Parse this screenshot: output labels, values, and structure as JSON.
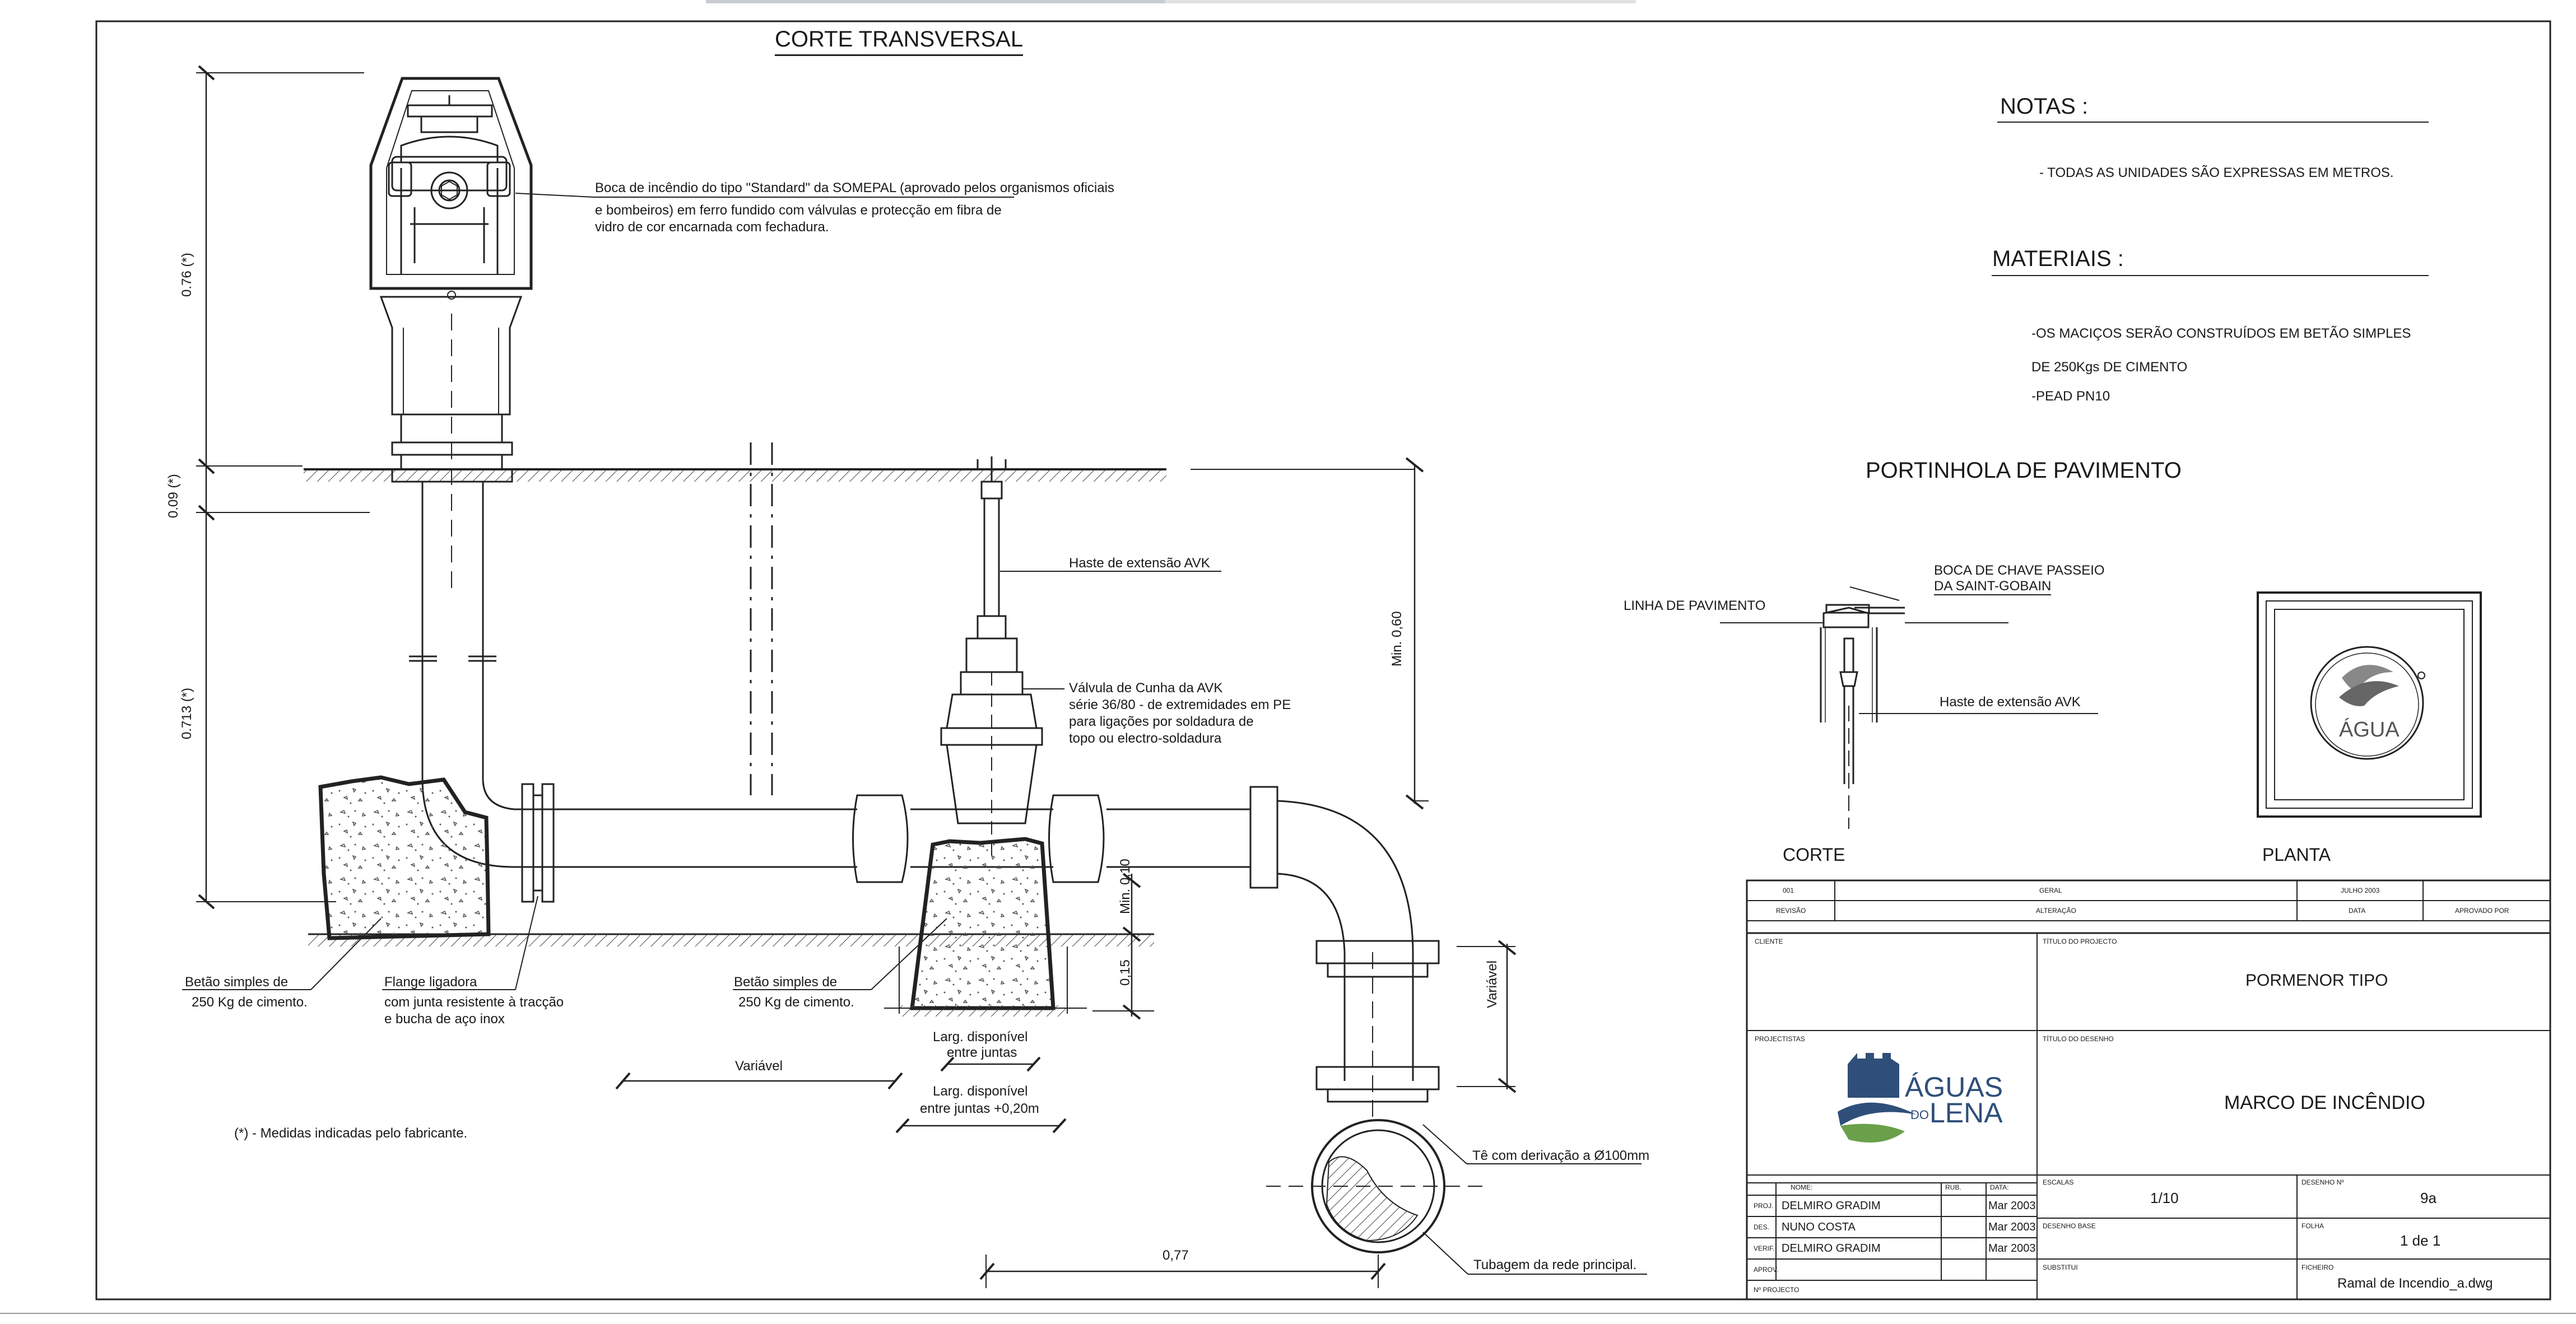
{
  "main_title": "CORTE TRANSVERSAL",
  "annotations": {
    "hydrant_line1": "Boca de incêndio do tipo \"Standard\" da SOMEPAL (aprovado pelos organismos oficiais",
    "hydrant_line2": "e bombeiros) em ferro fundido com válvulas e protecção em fibra de",
    "hydrant_line3": "vidro de cor encarnada com fechadura.",
    "haste": "Haste de extensão AVK",
    "valve_l1": "Válvula de Cunha da AVK",
    "valve_l2": "série 36/80 - de extremidades em PE",
    "valve_l3": "para ligações por soldadura de",
    "valve_l4": "topo ou electro-soldadura",
    "betao_left_l1": "Betão simples de",
    "betao_left_l2": "250 Kg de cimento.",
    "flange_l1": "Flange ligadora",
    "flange_l2": "com junta resistente à tracção",
    "flange_l3": "e bucha de aço inox",
    "betao_mid_l1": "Betão simples de",
    "betao_mid_l2": "250 Kg de cimento.",
    "larg1_l1": "Larg. disponível",
    "larg1_l2": "entre juntas",
    "larg2_l1": "Larg. disponível",
    "larg2_l2": "entre juntas +0,20m",
    "variavel_h": "Variável",
    "variavel_v": "Variável",
    "te": "Tê com derivação a Ø100mm",
    "tubagem": "Tubagem da rede principal.",
    "footnote": "(*) - Medidas indicadas pelo fabricante."
  },
  "dimensions": {
    "d076": "0.76 (*)",
    "d009": "0.09 (*)",
    "d0713": "0.713 (*)",
    "min060": "Min. 0,60",
    "min010": "Min. 0,10",
    "d015": "0,15",
    "d077": "0,77"
  },
  "notes": {
    "title": "NOTAS :",
    "line1": "- TODAS AS UNIDADES SÃO EXPRESSAS EM METROS."
  },
  "materials": {
    "title": "MATERIAIS :",
    "line1": "-OS MACIÇOS SERÃO CONSTRUÍDOS EM BETÃO SIMPLES",
    "line2": "DE 250Kgs DE CIMENTO",
    "line3": "-PEAD PN10"
  },
  "portinhola": {
    "title": "PORTINHOLA DE PAVIMENTO",
    "boca_l1": "BOCA DE CHAVE PASSEIO",
    "boca_l2": "DA SAINT-GOBAIN",
    "linha": "LINHA DE PAVIMENTO",
    "haste": "Haste de extensão AVK",
    "corte": "CORTE",
    "planta": "PLANTA",
    "cover_text": "ÁGUA"
  },
  "title_block": {
    "rev_num": "001",
    "rev_desc": "GERAL",
    "rev_date": "JULHO 2003",
    "h_revisao": "REVISÃO",
    "h_alteracao": "ALTERAÇÃO",
    "h_data": "DATA",
    "h_aprovado": "APROVADO POR",
    "l_cliente": "CLIENTE",
    "l_titulo_projecto": "TÍTULO DO PROJECTO",
    "titulo_projecto": "PORMENOR TIPO",
    "l_projectistas": "PROJECTISTAS",
    "l_titulo_desenho": "TÍTULO DO DESENHO",
    "titulo_desenho": "MARCO DE INCÊNDIO",
    "logo_l1": "ÁGUAS",
    "logo_do": "DO",
    "logo_l2": "LENA",
    "h_nome": "NOME:",
    "h_rub": "RUB.",
    "h_data2": "DATA:",
    "staff": [
      {
        "role": "PROJ.",
        "name": "DELMIRO GRADIM",
        "date": "Mar 2003"
      },
      {
        "role": "DES.",
        "name": "NUNO COSTA",
        "date": "Mar 2003"
      },
      {
        "role": "VERIF.",
        "name": "DELMIRO GRADIM",
        "date": "Mar 2003"
      },
      {
        "role": "APROV.",
        "name": "",
        "date": ""
      }
    ],
    "l_projecto_num": "Nº PROJECTO",
    "l_escalas": "ESCALAS",
    "escala": "1/10",
    "l_desenho_num": "DESENHO Nº",
    "desenho_num": "9a",
    "l_desenho_base": "DESENHO BASE",
    "l_folha": "FOLHA",
    "folha": "1 de 1",
    "l_substitui": "SUBSTITUI",
    "l_ficheiro": "FICHEIRO",
    "ficheiro": "Ramal de Incendio_a.dwg"
  },
  "colors": {
    "line": "#222222",
    "logo_blue": "#2f4f7a",
    "logo_green": "#6aa04a"
  }
}
